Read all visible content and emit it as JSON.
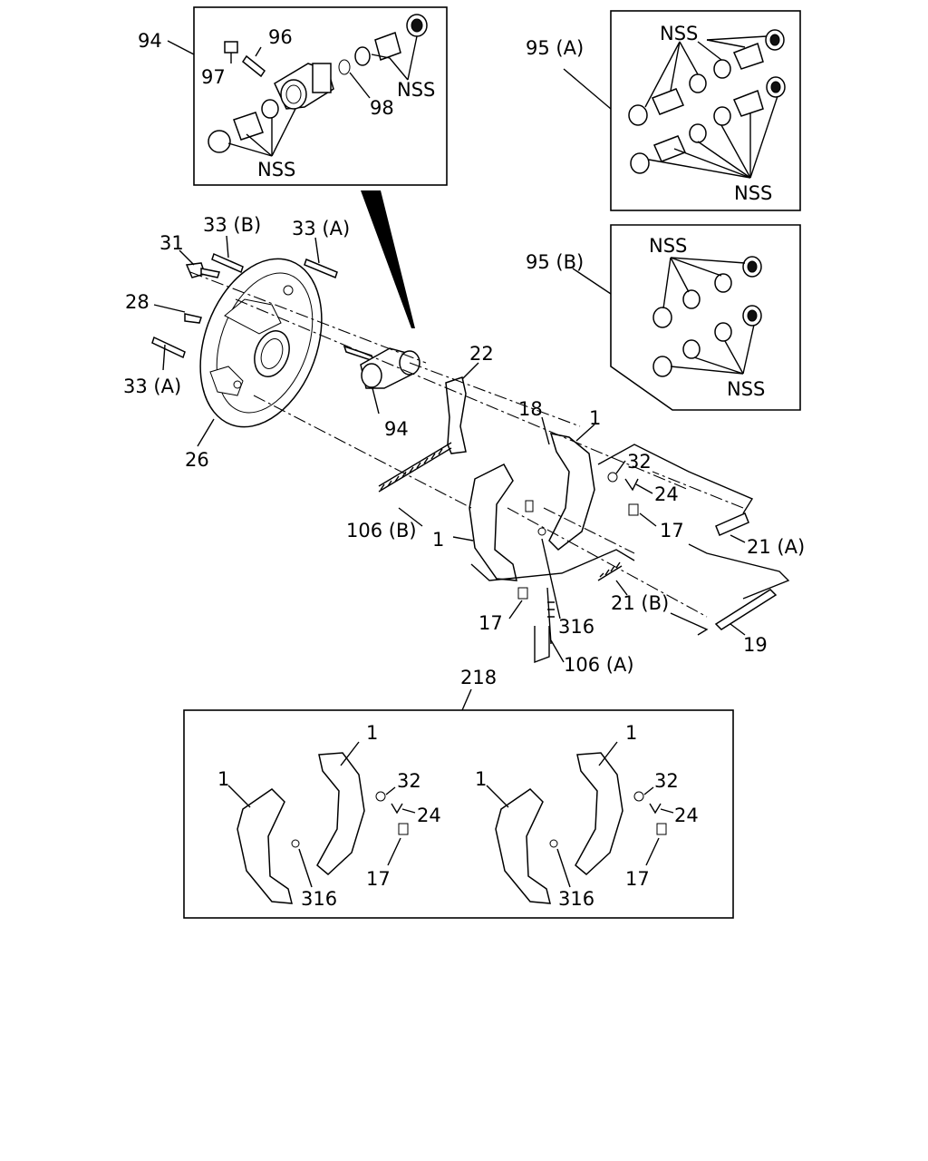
{
  "diagram": {
    "labels": {
      "p94_box": "94",
      "p96": "96",
      "p97": "97",
      "p98": "98",
      "nss_94_right": "NSS",
      "nss_94_bottom": "NSS",
      "p95a": "95 (A)",
      "nss_95a_top": "NSS",
      "nss_95a_bottom": "NSS",
      "p95b": "95 (B)",
      "nss_95b_top": "NSS",
      "nss_95b_bottom": "NSS",
      "p33b": "33 (B)",
      "p33a_top": "33 (A)",
      "p31": "31",
      "p28": "28",
      "p33a_left": "33 (A)",
      "p26": "26",
      "p94_main": "94",
      "p22": "22",
      "p18": "18",
      "p1_right": "1",
      "p32": "32",
      "p24": "24",
      "p17_right": "17",
      "p21a": "21 (A)",
      "p106b": "106 (B)",
      "p1_left": "1",
      "p21b": "21 (B)",
      "p17_left": "17",
      "p316": "316",
      "p19": "19",
      "p106a": "106 (A)",
      "p218": "218",
      "k1_1a": "1",
      "k1_1b": "1",
      "k1_32": "32",
      "k1_24": "24",
      "k1_17": "17",
      "k1_316": "316",
      "k2_1a": "1",
      "k2_1b": "1",
      "k2_32": "32",
      "k2_24": "24",
      "k2_17": "17",
      "k2_316": "316"
    }
  }
}
